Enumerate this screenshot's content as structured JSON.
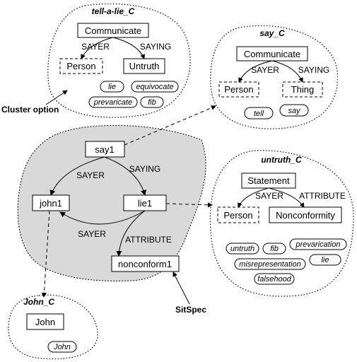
{
  "clusters": {
    "tell_a_lie": {
      "title": "tell-a-lie_C",
      "root": "Communicate",
      "left_node": "Person",
      "right_node": "Untruth",
      "left_role": "SAYER",
      "right_role": "SAYING",
      "words": [
        "lie",
        "equivocate",
        "prevaricate",
        "fib"
      ]
    },
    "say": {
      "title": "say_C",
      "root": "Communicate",
      "left_node": "Person",
      "right_node": "Thing",
      "left_role": "SAYER",
      "right_role": "SAYING",
      "words": [
        "tell",
        "say"
      ]
    },
    "untruth": {
      "title": "untruth_C",
      "root": "Statement",
      "left_node": "Person",
      "right_node": "Nonconformity",
      "left_role": "SAYER",
      "right_role": "ATTRIBUTE",
      "words": [
        "untruth",
        "fib",
        "prevarication",
        "misrepresentation",
        "lie",
        "falsehood"
      ]
    },
    "john": {
      "title": "John_C",
      "root": "John",
      "words": [
        "John"
      ]
    }
  },
  "sitspec": {
    "label": "SitSpec",
    "nodes": {
      "say1": "say1",
      "john1": "john1",
      "lie1": "lie1",
      "nonconform1": "nonconform1"
    },
    "edges": {
      "say_sayer": "SAYER",
      "say_saying": "SAYING",
      "lie_sayer": "SAYER",
      "lie_attribute": "ATTRIBUTE"
    }
  },
  "callouts": {
    "cluster_option": "Cluster option"
  }
}
